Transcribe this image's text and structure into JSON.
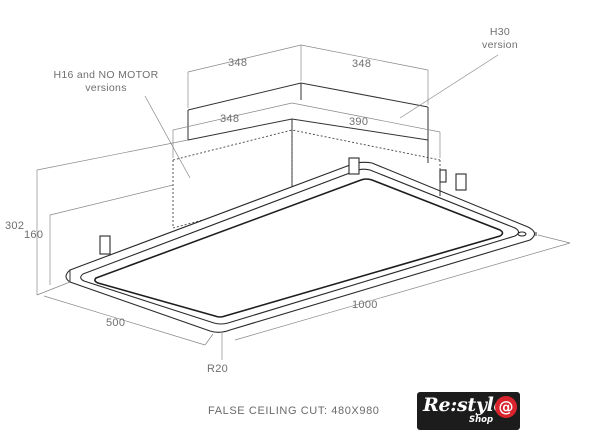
{
  "dimensions": {
    "top_left_width": "348",
    "top_right_width": "348",
    "mid_left_width": "348",
    "mid_right_width": "390",
    "total_height": "302",
    "body_height": "160",
    "depth": "500",
    "length": "1000",
    "corner_radius": "R20"
  },
  "notes": {
    "h16_line1": "H16 and NO MOTOR",
    "h16_line2": "versions",
    "h30_line1": "H30",
    "h30_line2": "version"
  },
  "caption": "FALSE CEILING CUT: 480X980",
  "logo": {
    "main": "Re:style",
    "at": "@",
    "sub": "Shop"
  }
}
